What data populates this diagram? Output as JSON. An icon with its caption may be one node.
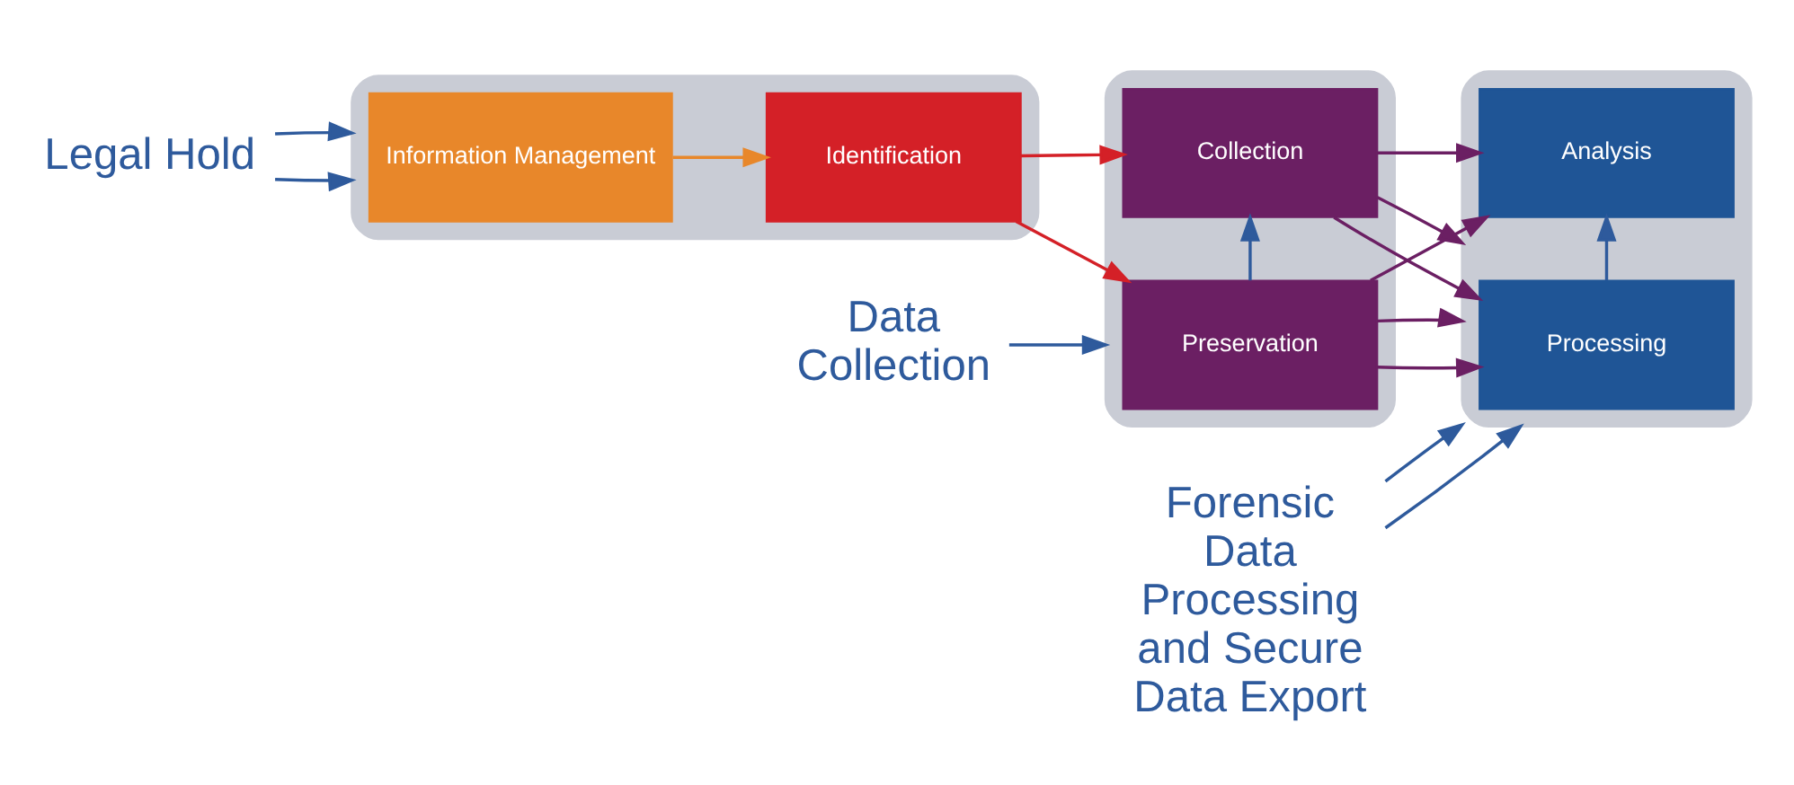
{
  "diagram": {
    "nodes": [
      {
        "text": [
          "Legal Hold"
        ]
      },
      {
        "text": [],
        "shape": "box"
      },
      {
        "text": [
          "Information Management"
        ],
        "in": 1
      },
      {
        "text": [
          "Identification"
        ],
        "in": 1
      },
      {
        "text": [
          "Data Collection"
        ]
      },
      {
        "text": [],
        "shape": "box"
      },
      {
        "text": [
          "Preservation"
        ],
        "in": 5
      },
      {
        "text": [
          "Collection"
        ],
        "in": 5
      },
      {
        "text": [],
        "shape": "box"
      },
      {
        "text": [
          "Processing"
        ],
        "in": 8
      },
      {
        "text": [
          "Analysis"
        ],
        "in": 8
      },
      {
        "text": [
          "Forensic Data Processing and Secure Data Export"
        ]
      }
    ],
    "edges": [
      {
        "from": 0,
        "to": 1,
        "arrow": "to"
      },
      {
        "from": 0,
        "to": 1,
        "arrow": "to"
      },
      {
        "from": 4,
        "to": 5,
        "arrow": "to"
      },
      {
        "from": 2,
        "to": 3,
        "arrow": "to",
        "color": "#e8872a"
      },
      {
        "from": 3,
        "to": 6,
        "arrow": "to",
        "color": "#d42027"
      },
      {
        "from": 3,
        "to": 7,
        "arrow": "to",
        "color": "#d42027"
      },
      {
        "from": 6,
        "to": 7,
        "arrow": "to"
      },
      {
        "from": 6,
        "to": 9,
        "arrow": "to",
        "color": "#6b1f63"
      },
      {
        "from": 6,
        "to": 8,
        "arrow": "to",
        "color": "#6b1f63"
      },
      {
        "from": 6,
        "to": 10,
        "arrow": "to",
        "color": "#6b1f63"
      },
      {
        "from": 7,
        "to": 9,
        "arrow": "to",
        "color": "#6b1f63"
      },
      {
        "from": 7,
        "to": 8,
        "arrow": "to",
        "color": "#6b1f63"
      },
      {
        "from": 7,
        "to": 10,
        "arrow": "to",
        "color": "#6b1f63"
      },
      {
        "from": 9,
        "to": 10,
        "arrow": "to"
      },
      {
        "from": 11,
        "to": 8,
        "arrow": "to"
      },
      {
        "from": 11,
        "to": 8,
        "arrow": "to"
      }
    ]
  }
}
